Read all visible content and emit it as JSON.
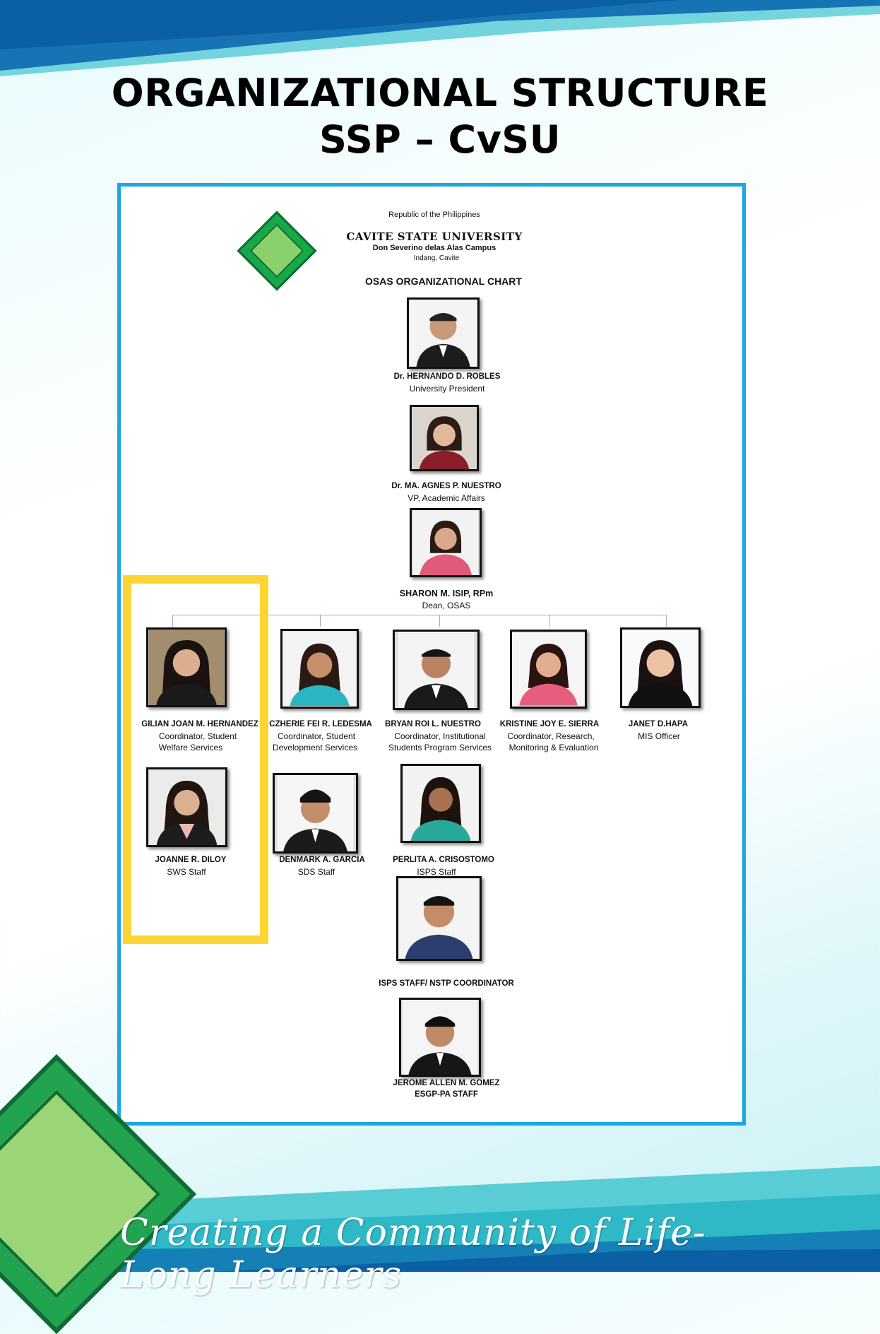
{
  "slide": {
    "title_line1": "ORGANIZATIONAL STRUCTURE",
    "title_line2": "SSP – CvSU",
    "tagline": "Creating a Community of Life-Long Learners"
  },
  "chart_header": {
    "republic": "Republic of the Philippines",
    "university": "CAVITE STATE UNIVERSITY",
    "campus": "Don Severino delas Alas Campus",
    "location": "Indang, Cavite",
    "chart_title": "OSAS ORGANIZATIONAL CHART"
  },
  "people": {
    "president": {
      "name": "Dr. HERNANDO D. ROBLES",
      "role": "University President"
    },
    "vp": {
      "name": "Dr. MA. AGNES P. NUESTRO",
      "role": "VP, Academic Affairs"
    },
    "dean": {
      "name": "SHARON M. ISIP, RPm",
      "role": "Dean, OSAS"
    },
    "c1": {
      "name": "GILIAN JOAN M. HERNANDEZ",
      "role1": "Coordinator, Student",
      "role2": "Welfare Services"
    },
    "c2": {
      "name": "CZHERIE FEI R. LEDESMA",
      "role1": "Coordinator, Student",
      "role2": "Development Services"
    },
    "c3": {
      "name": "BRYAN ROI L. NUESTRO",
      "role1": "Coordinator, Institutional",
      "role2": "Students Program Services"
    },
    "c4": {
      "name": "KRISTINE JOY E. SIERRA",
      "role1": "Coordinator, Research,",
      "role2": "Monitoring & Evaluation"
    },
    "c5": {
      "name": "JANET D.HAPA",
      "role1": "MIS Officer"
    },
    "s1": {
      "name": "JOANNE R. DILOY",
      "role": "SWS Staff"
    },
    "s2": {
      "name": "DENMARK A. GARCIA",
      "role": "SDS Staff"
    },
    "s3": {
      "name": "PERLITA A. CRISOSTOMO",
      "role": "ISPS Staff"
    },
    "s4": {
      "name": "ISPS STAFF/ NSTP COORDINATOR"
    },
    "s5": {
      "name": "JEROME ALLEN M. GOMEZ",
      "role": "ESGP-PA STAFF"
    }
  },
  "colors": {
    "frame": "#1aa7e3",
    "highlight": "#fcd534",
    "top_band": "#0b5fa3",
    "footer_band": "#3fc3cf"
  }
}
